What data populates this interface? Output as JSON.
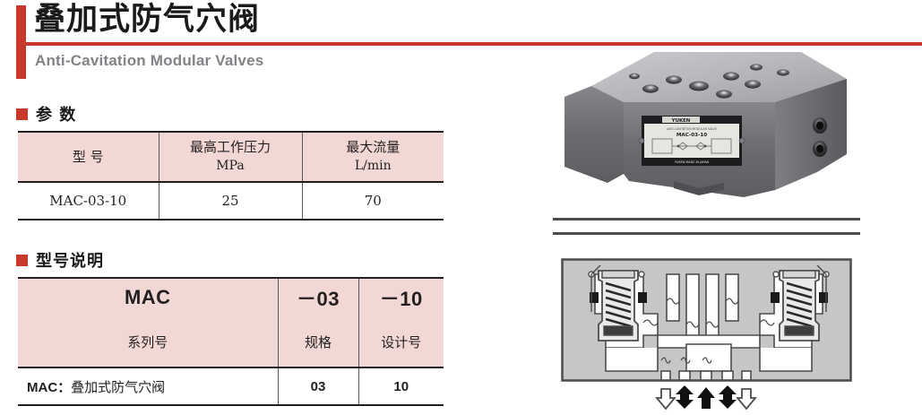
{
  "header": {
    "title_cn": "叠加式防气穴阀",
    "title_en": "Anti-Cavitation Modular Valves",
    "accent_color": "#c8392b"
  },
  "sections": {
    "parameters": {
      "label": "参  数",
      "bullet": "red-square-bullet"
    },
    "model_code": {
      "label": "型号说明",
      "bullet": "red-square-bullet"
    }
  },
  "parameters_table": {
    "headers": [
      {
        "line1": "型  号",
        "line2": ""
      },
      {
        "line1": "最高工作压力",
        "line2": "MPa"
      },
      {
        "line1": "最大流量",
        "line2": "L/min"
      }
    ],
    "rows": [
      {
        "model": "MAC-03-10",
        "max_pressure": "25",
        "max_flow": "70"
      }
    ],
    "header_bg": "#f2d8d5"
  },
  "model_code_table": {
    "code_row": [
      "MAC",
      "－03",
      "－10"
    ],
    "desc_row": [
      "系列号",
      "规格",
      "设计号"
    ],
    "note_row": {
      "prefix": "MAC：",
      "text": "叠加式防气穴阀",
      "size_code": "03",
      "design_code": "10"
    },
    "header_bg": "#f2d8d5"
  },
  "product_photo": {
    "name": "anti-cavitation-modular-valve-body",
    "nameplate": {
      "brand": "YUKEN",
      "model": "MAC-03-10",
      "line_top": "ANTI-CAVITATION MODULAR VALVE"
    },
    "body_color": "#6e6f72",
    "top_face_color": "#b8b9bc"
  },
  "section_diagram": {
    "name": "valve-cross-section",
    "body_fill": "#c6c6c6",
    "outline": "#4c4c4e",
    "port_arrows": [
      {
        "type": "outline-down",
        "fill": "white"
      },
      {
        "type": "solid-double",
        "fill": "black"
      },
      {
        "type": "solid-up",
        "fill": "black"
      },
      {
        "type": "solid-double",
        "fill": "black"
      },
      {
        "type": "outline-down",
        "fill": "white"
      }
    ]
  }
}
